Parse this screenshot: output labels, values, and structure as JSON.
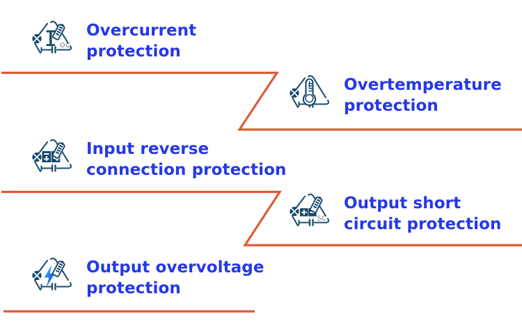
{
  "page": {
    "background_color": "#ffffff",
    "text_color": "#2438E8",
    "icon_color": "#1A4F6E",
    "accent_color": "#E05A33"
  },
  "features": [
    {
      "id": "overcurrent",
      "icon_name": "overcurrent-protection-icon",
      "icon_badge": "OC",
      "label": "Overcurrent\nprotection",
      "line1": "Overcurrent",
      "line2": "protection"
    },
    {
      "id": "overtemperature",
      "icon_name": "overtemperature-protection-icon",
      "icon_badge": "",
      "label": "Overtemperature\nprotection",
      "line1": "Overtemperature",
      "line2": "protection"
    },
    {
      "id": "input-reverse-connection",
      "icon_name": "input-reverse-connection-protection-icon",
      "icon_badge": "",
      "label": "Input reverse\nconnection protection",
      "line1": "Input reverse",
      "line2": "connection protection"
    },
    {
      "id": "output-short-circuit",
      "icon_name": "output-short-circuit-protection-icon",
      "icon_badge": "SC",
      "label": "Output short\ncircuit protection",
      "line1": "Output short",
      "line2": "circuit protection"
    },
    {
      "id": "output-overvoltage",
      "icon_name": "output-overvoltage-protection-icon",
      "icon_badge": "",
      "label": "Output overvoltage\nprotection",
      "line1": "Output overvoltage",
      "line2": "protection"
    }
  ],
  "dividers": [
    {
      "id": "divider-1",
      "shape": "zigzag",
      "color": "#E05A33"
    },
    {
      "id": "divider-2",
      "shape": "zigzag",
      "color": "#E05A33"
    },
    {
      "id": "divider-3",
      "shape": "line",
      "color": "#E05A33"
    }
  ]
}
